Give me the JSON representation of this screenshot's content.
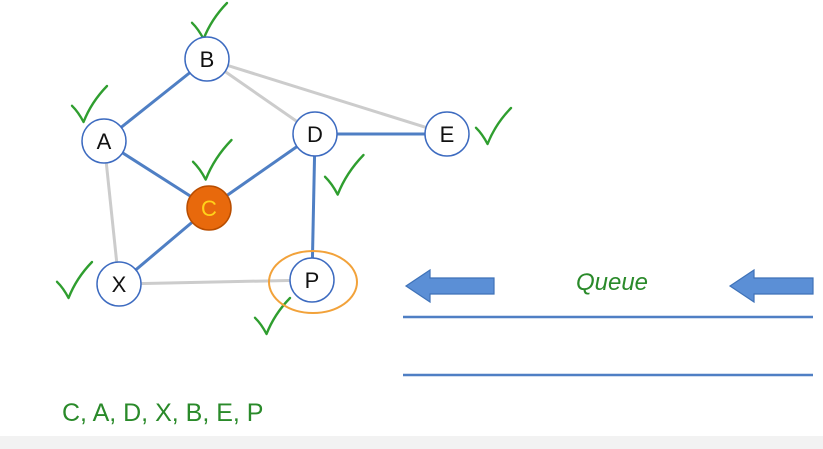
{
  "graph": {
    "nodes": [
      {
        "id": "B",
        "label": "B",
        "state": "visited"
      },
      {
        "id": "A",
        "label": "A",
        "state": "visited"
      },
      {
        "id": "D",
        "label": "D",
        "state": "visited"
      },
      {
        "id": "E",
        "label": "E",
        "state": "visited"
      },
      {
        "id": "C",
        "label": "C",
        "state": "current"
      },
      {
        "id": "X",
        "label": "X",
        "state": "visited"
      },
      {
        "id": "P",
        "label": "P",
        "state": "highlighted"
      }
    ],
    "edges": [
      {
        "from": "A",
        "to": "B",
        "type": "tree"
      },
      {
        "from": "B",
        "to": "D",
        "type": "non-tree"
      },
      {
        "from": "B",
        "to": "E",
        "type": "non-tree"
      },
      {
        "from": "A",
        "to": "C",
        "type": "tree"
      },
      {
        "from": "A",
        "to": "X",
        "type": "non-tree"
      },
      {
        "from": "C",
        "to": "D",
        "type": "tree"
      },
      {
        "from": "C",
        "to": "X",
        "type": "tree"
      },
      {
        "from": "D",
        "to": "E",
        "type": "tree"
      },
      {
        "from": "D",
        "to": "P",
        "type": "tree"
      },
      {
        "from": "X",
        "to": "P",
        "type": "non-tree"
      }
    ]
  },
  "queue": {
    "label": "Queue"
  },
  "visit_order": "C, A, D, X, B, E, P",
  "colors": {
    "tree_edge": "#4f7fc4",
    "non_tree_edge": "#cccccc",
    "node_stroke": "#3d6bc0",
    "current_fill": "#e8690c",
    "current_stroke": "#b84d00",
    "highlight_ring": "#f2a23a",
    "check": "#2f9e2f",
    "text_green": "#2a8a2a",
    "arrow_fill": "#5b8fd6",
    "arrow_stroke": "#3f72b8",
    "queue_line": "#4f7fc4"
  }
}
